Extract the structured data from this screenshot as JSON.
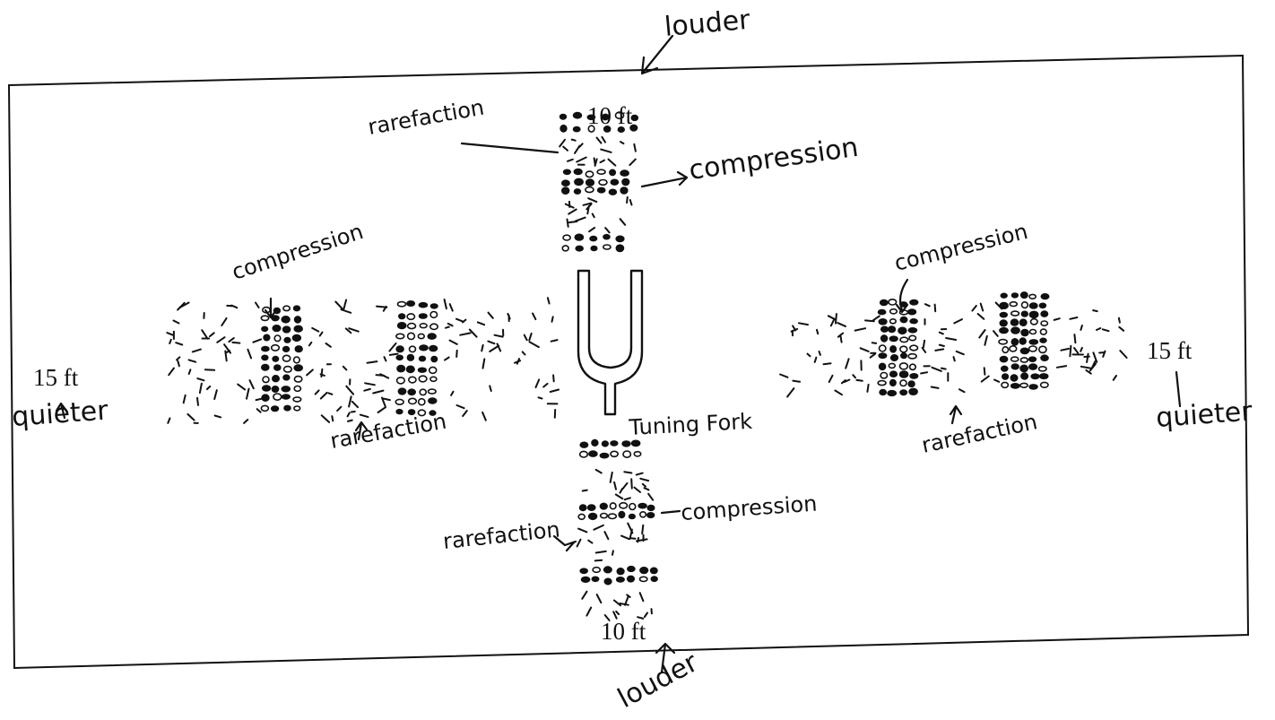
{
  "labels": {
    "top_distance": "10 ft",
    "bottom_distance": "10 ft",
    "left_distance": "15 ft",
    "right_distance": "15 ft",
    "top_note": "louder",
    "bottom_note": "louder",
    "left_note": "quieter",
    "right_note": "quieter",
    "fork_label": "Tuning Fork",
    "top_rarefaction": "rarefaction",
    "top_compression": "compression",
    "left_compression": "compression",
    "left_rarefaction": "rarefaction",
    "right_compression": "compression",
    "right_rarefaction": "rarefaction",
    "bottom_rarefaction": "rarefaction",
    "bottom_compression": "compression"
  }
}
